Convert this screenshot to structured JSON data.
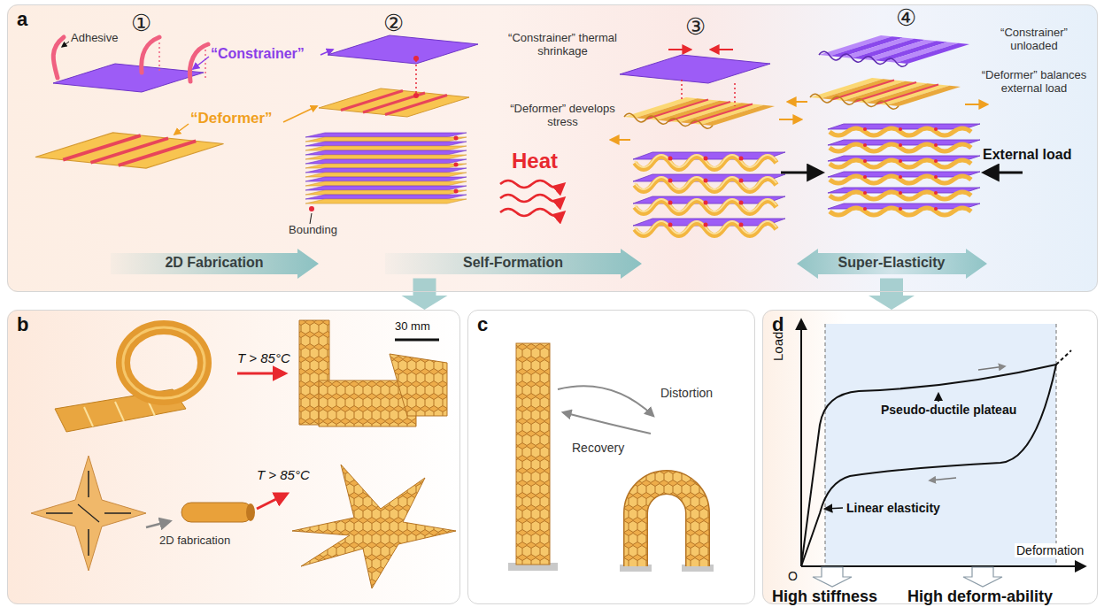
{
  "diagram": {
    "nodes": [
      {
        "text": [
          "a"
        ]
      },
      {
        "text": [
          "2D Fabrication"
        ],
        "in": 0
      },
      {
        "text": [
          "Self-Formation"
        ],
        "in": 0
      },
      {
        "text": [
          "Super-Elasticity"
        ],
        "in": 0
      },
      {
        "text": [
          "b"
        ]
      },
      {
        "text": [
          "c"
        ]
      },
      {
        "text": [
          "d"
        ]
      }
    ],
    "edges": [
      {
        "from": 2,
        "to": 4,
        "arrow": "to"
      },
      {
        "from": 3,
        "to": 6,
        "arrow": "to"
      }
    ],
    "labels": [
      "①",
      "②",
      "③",
      "④",
      "Adhesive",
      "“Constrainer”",
      "“Deformer”",
      "Bounding",
      "“Constrainer” thermal shrinkage",
      "“Deformer” develops stress",
      "Heat",
      "“Constrainer” unloaded",
      "“Deformer” balances external load",
      "External load",
      "T > 85°C",
      "30 mm",
      "2D fabrication",
      "T > 85°C",
      "Distortion",
      "Recovery",
      "Load",
      "O",
      "Deformation",
      "Pseudo-ductile plateau",
      "Linear elasticity",
      "High stiffness",
      "High deform-ability"
    ]
  }
}
